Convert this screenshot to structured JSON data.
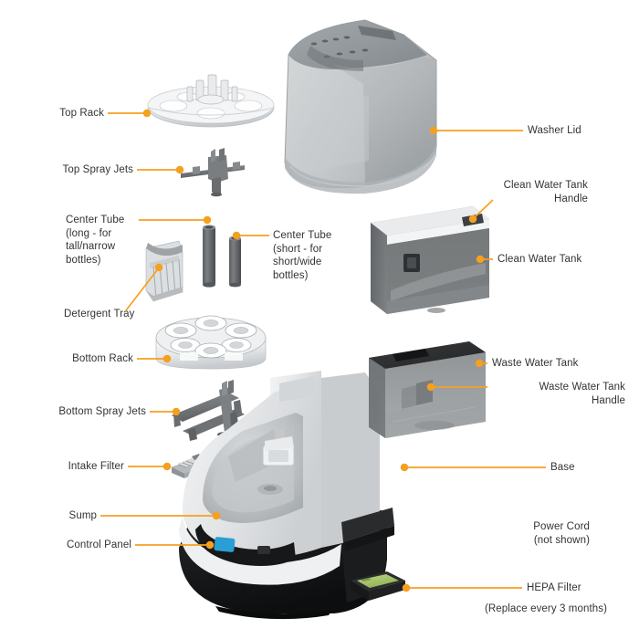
{
  "diagram": {
    "title": "Bottle Washer Exploded Parts Diagram",
    "accent_color": "#F5A01E",
    "text_color": "#333333",
    "background_color": "#FFFFFF"
  },
  "labels": {
    "top_rack": "Top Rack",
    "top_spray_jets": "Top Spray Jets",
    "center_tube_long": "Center Tube\n(long - for\ntall/narrow\nbottles)",
    "center_tube_short": "Center Tube\n(short - for\nshort/wide\nbottles)",
    "detergent_tray": "Detergent Tray",
    "bottom_rack": "Bottom Rack",
    "bottom_spray_jets": "Bottom Spray Jets",
    "intake_filter": "Intake Filter",
    "sump": "Sump",
    "control_panel": "Control Panel",
    "washer_lid": "Washer Lid",
    "clean_water_tank_handle": "Clean Water Tank\nHandle",
    "clean_water_tank": "Clean Water Tank",
    "waste_water_tank": "Waste Water Tank",
    "waste_water_tank_handle": "Waste Water Tank\nHandle",
    "base": "Base",
    "power_cord": "Power Cord\n(not shown)",
    "hepa_filter": "HEPA Filter",
    "hepa_filter_note": "(Replace every 3 months)"
  }
}
